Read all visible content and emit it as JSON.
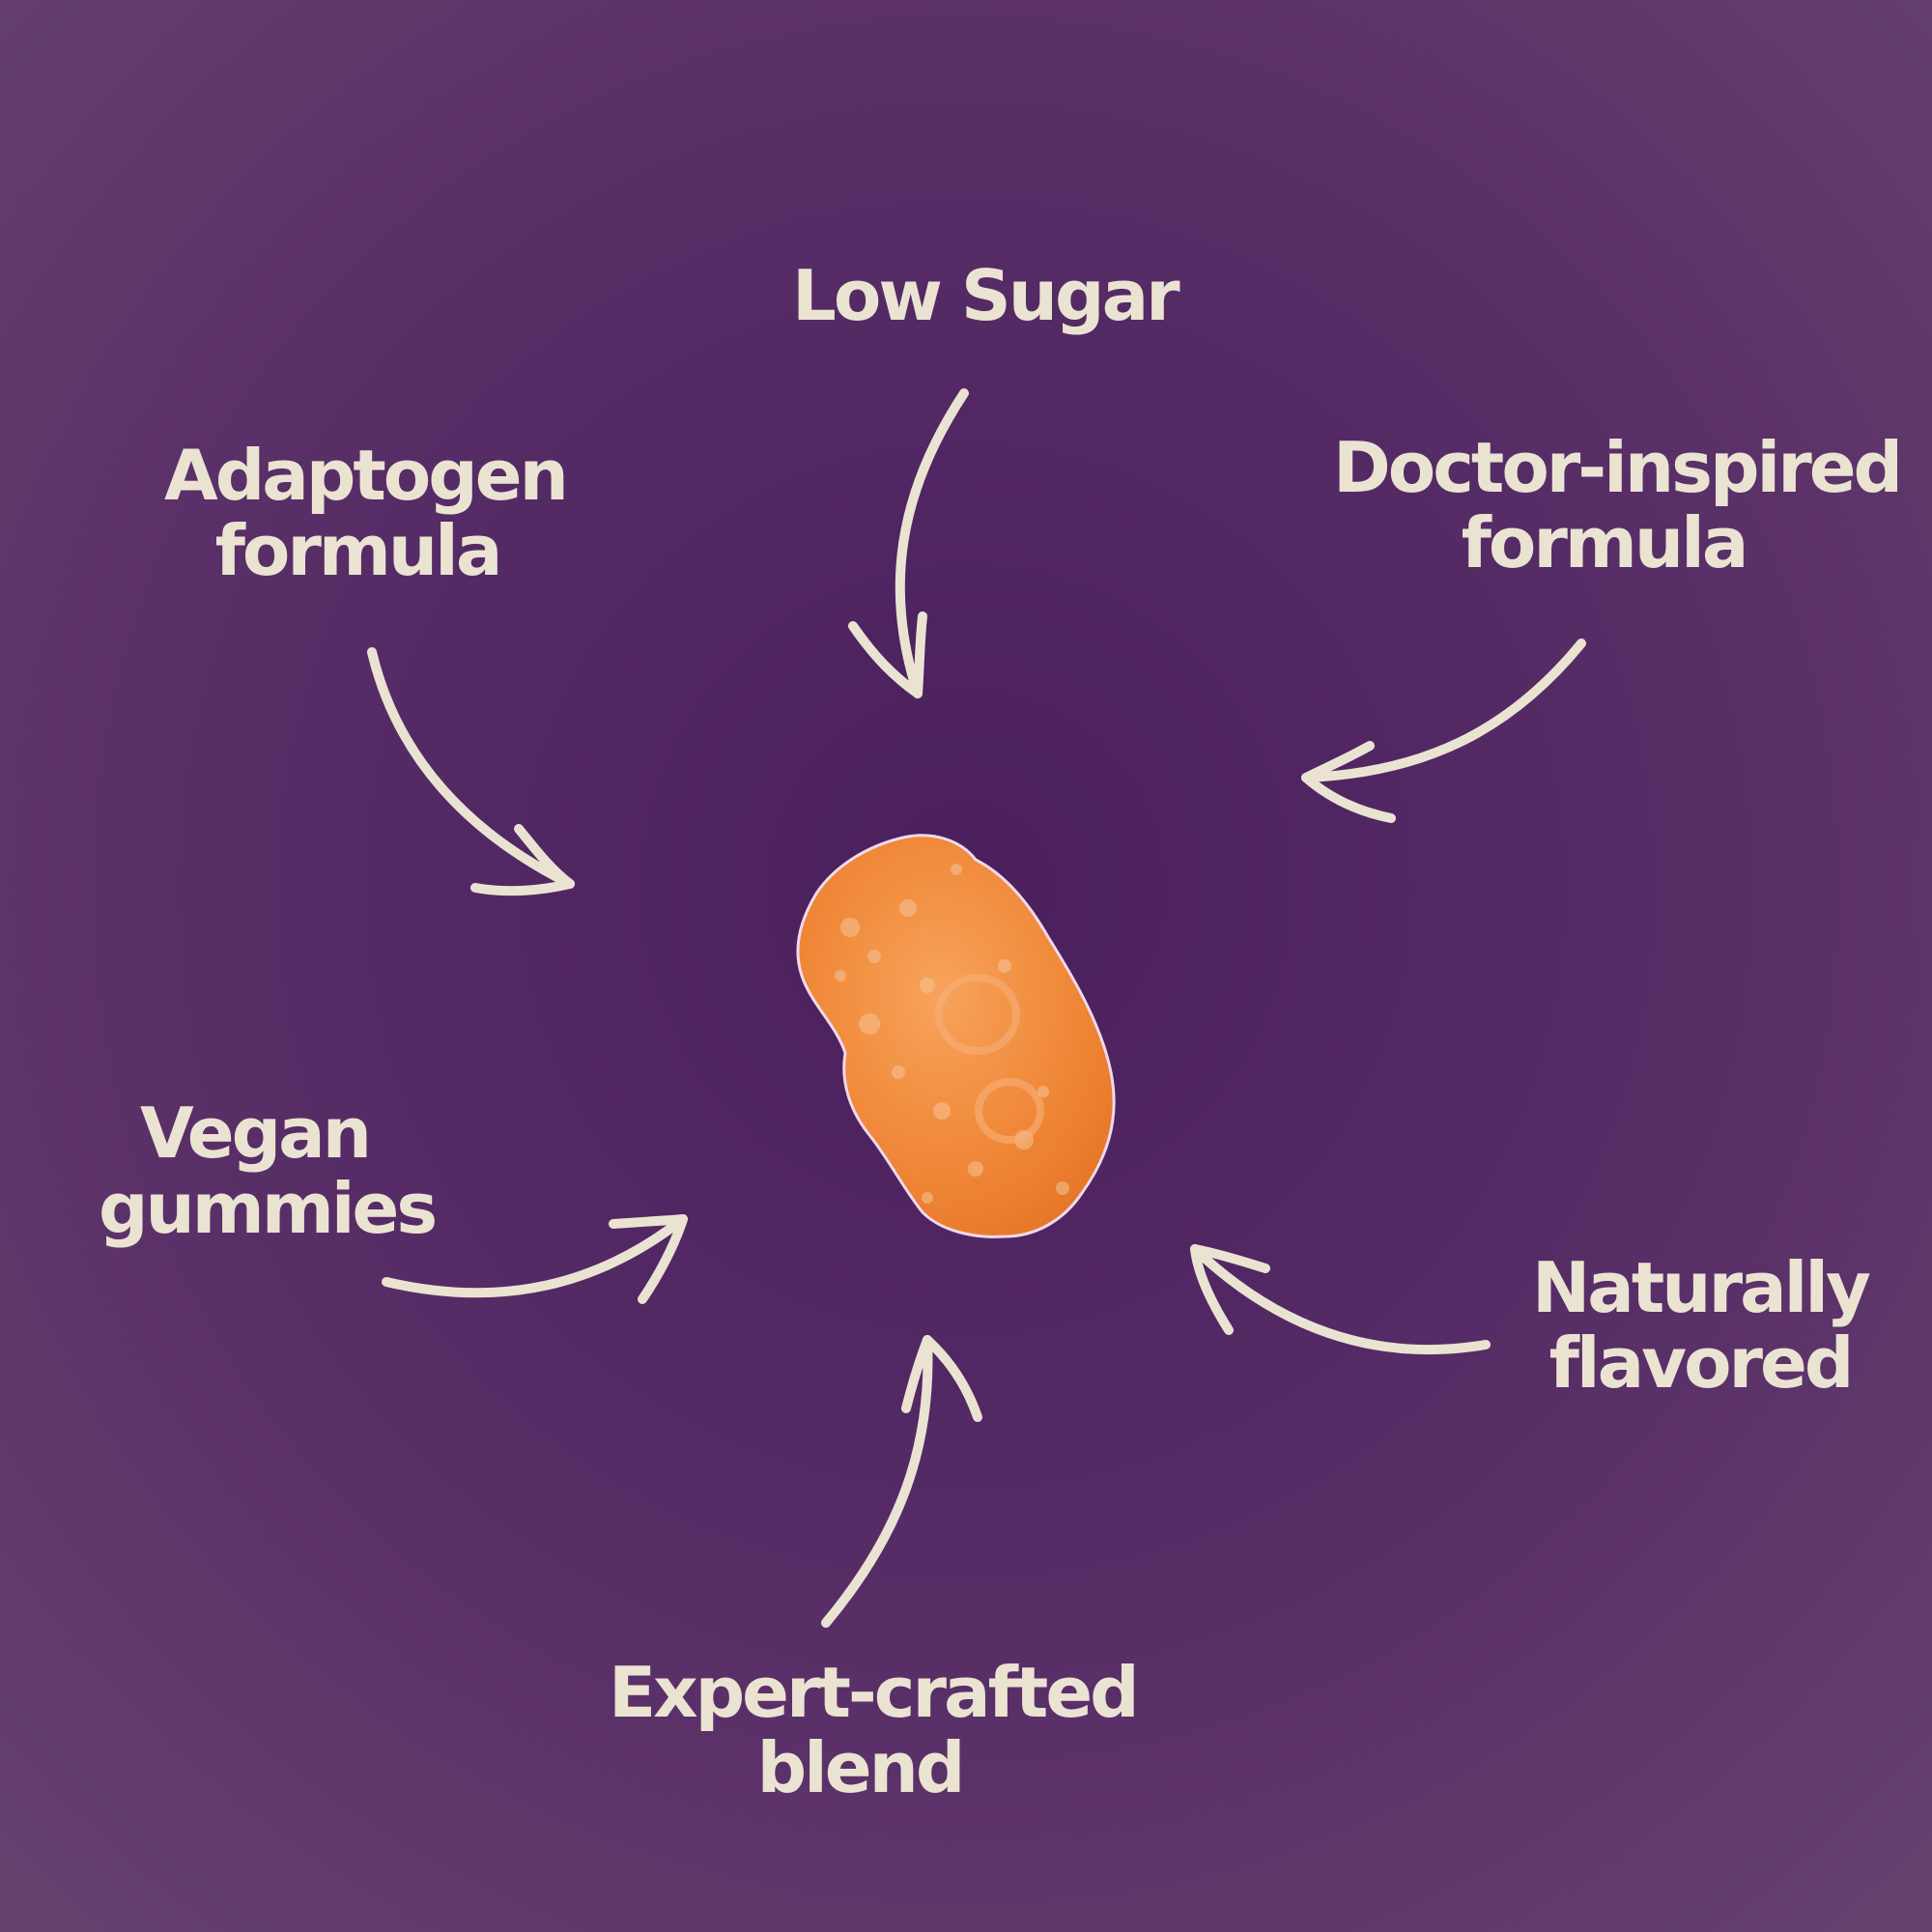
{
  "colors": {
    "background": "#512763",
    "text": "#ebe3d2",
    "arrow": "#ebe3d2",
    "gummy": "#f08a3a",
    "gummy_highlight": "#f6c49a"
  },
  "labels": {
    "low_sugar": {
      "line1": "Low Sugar"
    },
    "adaptogen": {
      "line1": "Adaptogen",
      "line2": "formula"
    },
    "doctor": {
      "line1": "Doctor-inspired",
      "line2": "formula"
    },
    "vegan": {
      "line1": "Vegan",
      "line2": "gummies"
    },
    "naturally": {
      "line1": "Naturally",
      "line2": "flavored"
    },
    "expert": {
      "line1": "Expert-crafted",
      "line2": "blend"
    }
  }
}
